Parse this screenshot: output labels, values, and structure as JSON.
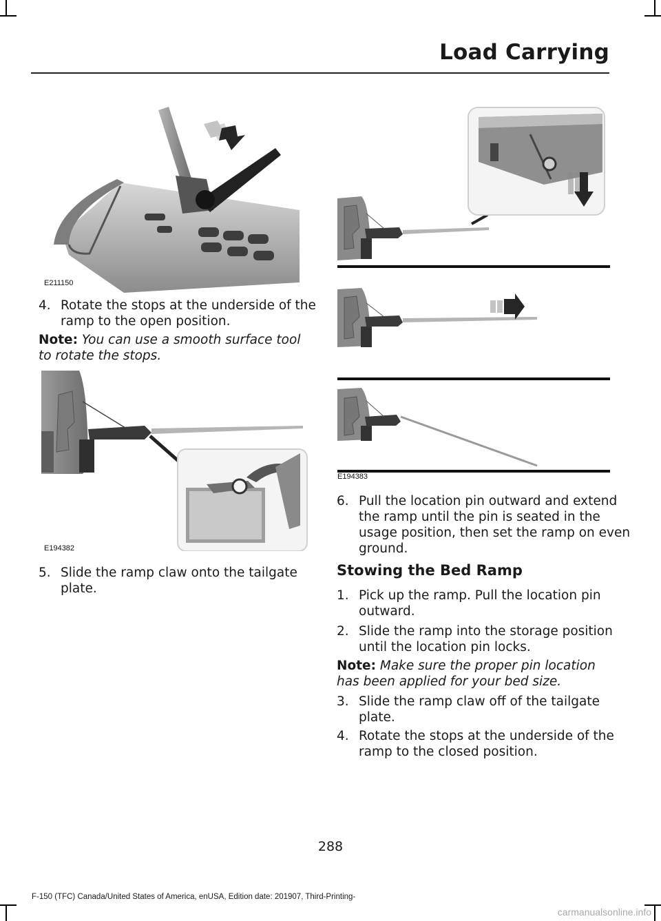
{
  "header": {
    "title": "Load Carrying"
  },
  "figures": {
    "fig1_code": "E211150",
    "fig2_code": "E194382",
    "fig3_code": "E194383"
  },
  "left_column": {
    "step4": {
      "num": "4.",
      "text": "Rotate the stops at the underside of the ramp to the open position."
    },
    "note1": {
      "label": "Note:",
      "text": "You can use a smooth surface tool to rotate the stops."
    },
    "step5": {
      "num": "5.",
      "text": "Slide the ramp claw onto the tailgate plate."
    }
  },
  "right_column": {
    "step6": {
      "num": "6.",
      "text": "Pull the location pin outward and extend the ramp until the pin is seated in the usage position, then set the ramp on even ground."
    },
    "section_heading": "Stowing the Bed Ramp",
    "stow_steps": [
      {
        "num": "1.",
        "text": "Pick up the ramp. Pull the location pin outward."
      },
      {
        "num": "2.",
        "text": "Slide the ramp into the storage position until the location pin locks."
      },
      {
        "num": "3.",
        "text": "Slide the ramp claw off of the tailgate plate."
      },
      {
        "num": "4.",
        "text": "Rotate the stops at the underside of the ramp to the closed position."
      }
    ],
    "note2": {
      "label": "Note:",
      "text": "Make sure the proper pin location has been applied for your bed size."
    }
  },
  "page_number": "288",
  "footer": "F-150 (TFC) Canada/United States of America, enUSA, Edition date: 201907, Third-Printing-",
  "watermark": "carmanualsonline.info"
}
